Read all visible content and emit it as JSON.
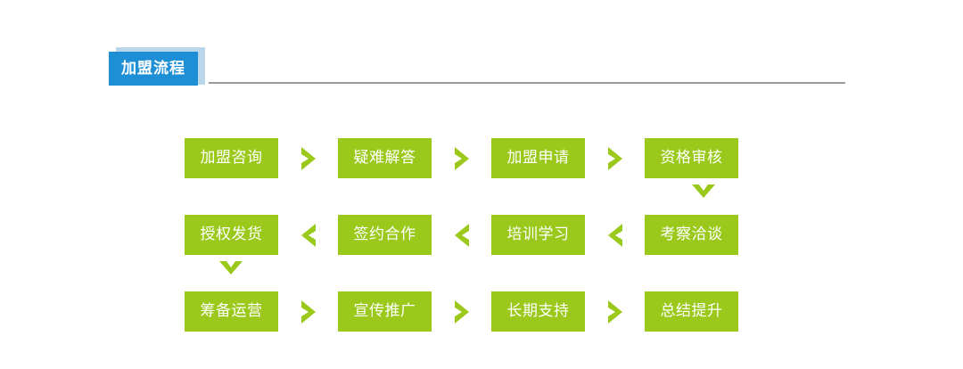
{
  "header": {
    "title": "加盟流程",
    "tab_color": "#1e8fd5",
    "tab_shadow_color": "#b9d6ea",
    "rule_color": "#9b9b9b"
  },
  "flow": {
    "node_color": "#9ac91b",
    "arrow_color": "#9ac91b",
    "text_color": "#ffffff",
    "rows": [
      {
        "direction": "right",
        "connector_icon": "chevron-right-icon",
        "nodes": [
          {
            "label": "加盟咨询"
          },
          {
            "label": "疑难解答"
          },
          {
            "label": "加盟申请"
          },
          {
            "label": "资格审核"
          }
        ]
      },
      {
        "direction": "left",
        "connector_icon": "chevron-left-icon",
        "nodes": [
          {
            "label": "授权发货"
          },
          {
            "label": "签约合作"
          },
          {
            "label": "培训学习"
          },
          {
            "label": "考察洽谈"
          }
        ]
      },
      {
        "direction": "right",
        "connector_icon": "chevron-right-icon",
        "nodes": [
          {
            "label": "筹备运营"
          },
          {
            "label": "宣传推广"
          },
          {
            "label": "长期支持"
          },
          {
            "label": "总结提升"
          }
        ]
      }
    ],
    "row_transitions": [
      {
        "icon": "chevron-down-icon",
        "position": "right-column"
      },
      {
        "icon": "chevron-down-icon",
        "position": "left-column"
      }
    ]
  }
}
